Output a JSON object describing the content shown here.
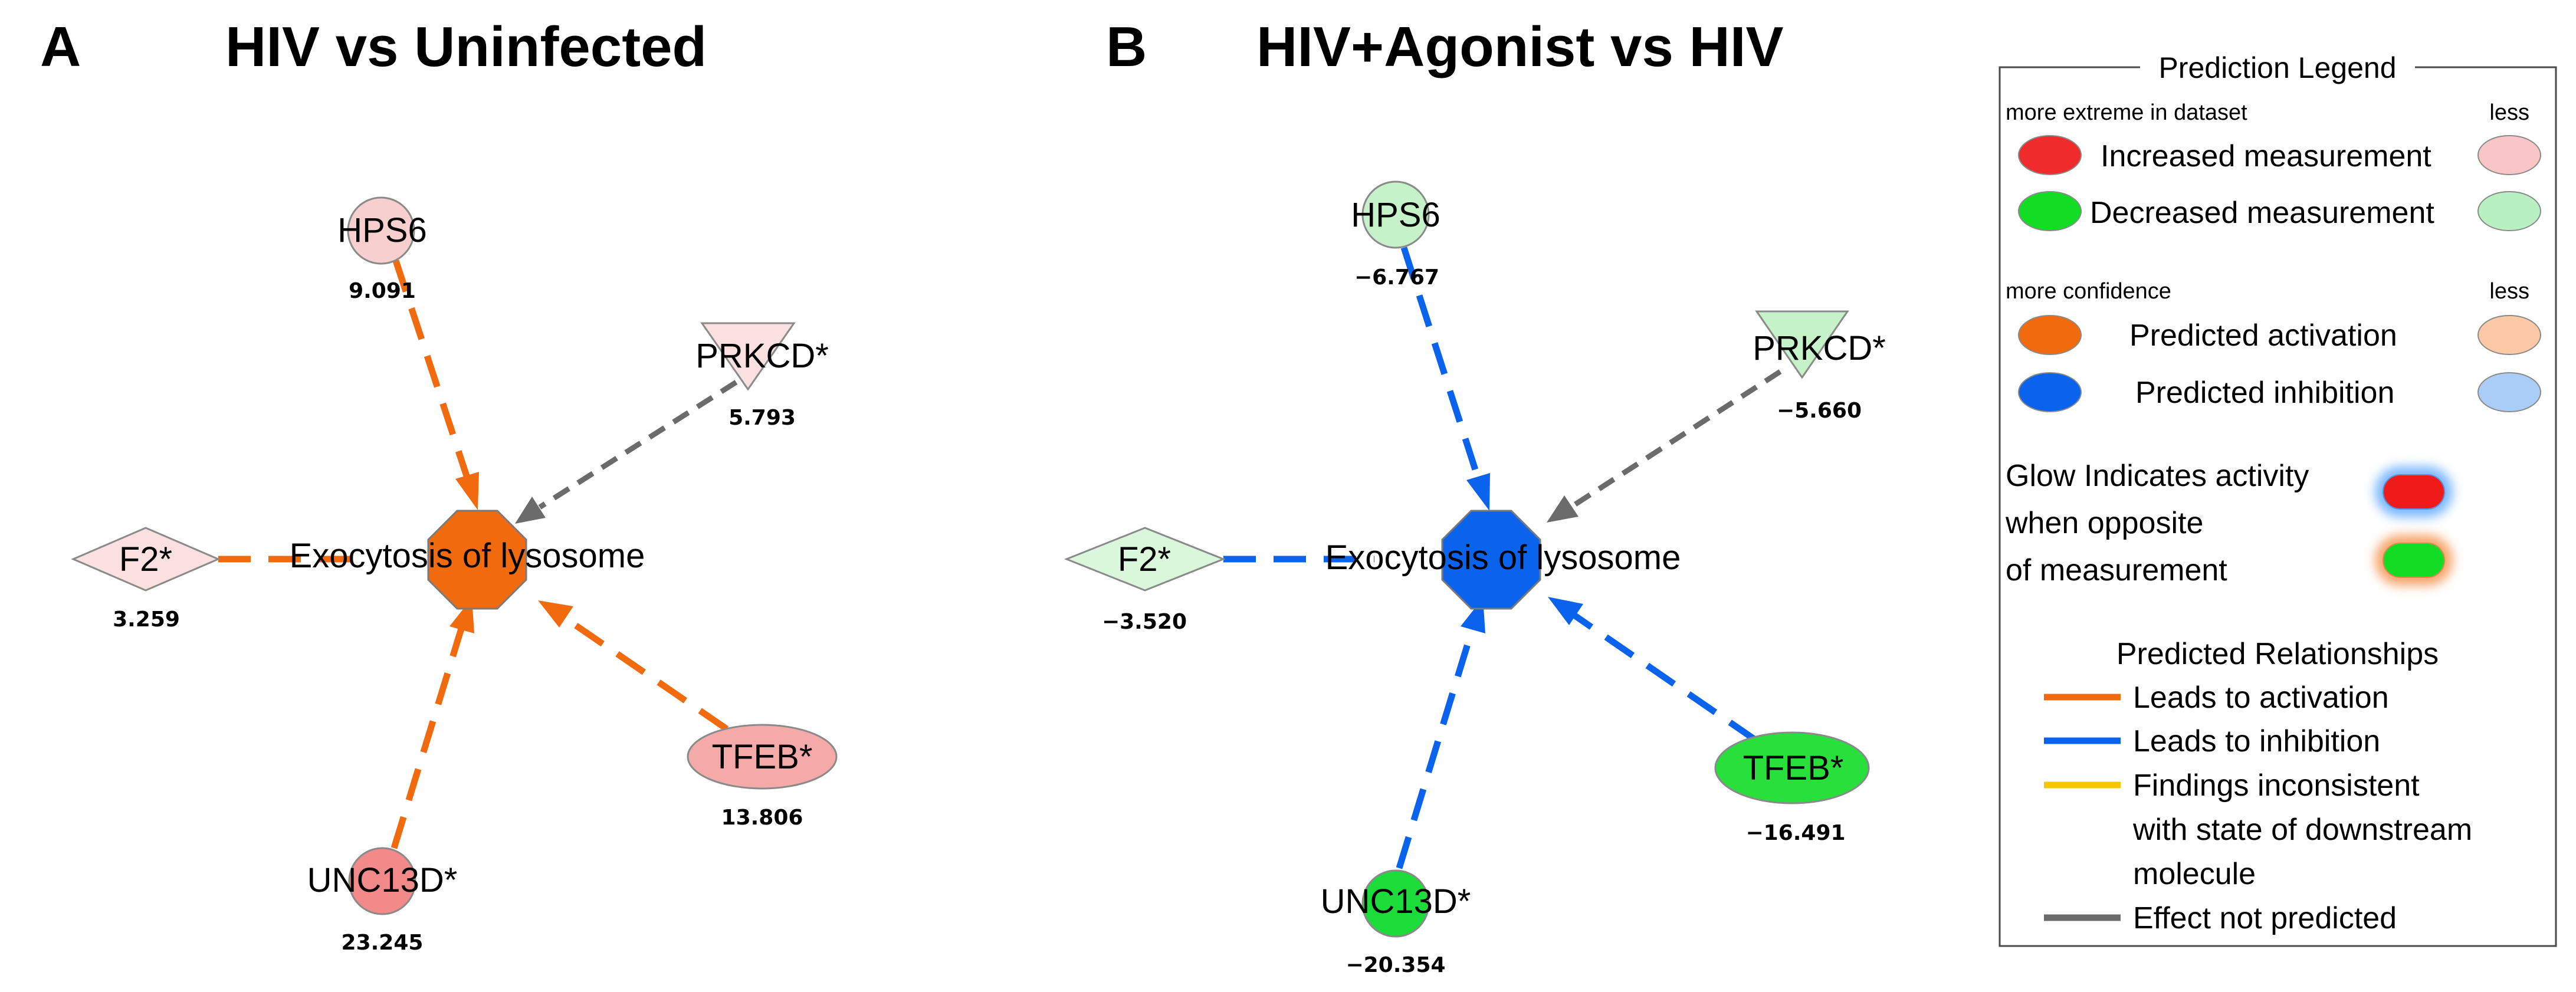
{
  "panels": [
    {
      "letter": "A",
      "title": "HIV vs Uninfected",
      "center": {
        "label": "Exocytosis of lysosome",
        "color": "#f26a0e"
      },
      "nodes": [
        {
          "label": "HPS6",
          "value": "9.091",
          "shape": "circle",
          "fill": "#f8cfcf",
          "edge": "activation"
        },
        {
          "label": "PRKCD*",
          "value": "5.793",
          "shape": "triangle-down",
          "fill": "#fbe0e0",
          "edge": "not-predicted"
        },
        {
          "label": "F2*",
          "value": "3.259",
          "shape": "diamond",
          "fill": "#fbe0e0",
          "edge": "activation"
        },
        {
          "label": "TFEB*",
          "value": "13.806",
          "shape": "ellipse",
          "fill": "#f5aaaa",
          "edge": "activation"
        },
        {
          "label": "UNC13D*",
          "value": "23.245",
          "shape": "circle",
          "fill": "#f38a8a",
          "edge": "activation"
        }
      ]
    },
    {
      "letter": "B",
      "title": "HIV+Agonist vs HIV",
      "center": {
        "label": "Exocytosis of lysosome",
        "color": "#0a63ec"
      },
      "nodes": [
        {
          "label": "HPS6",
          "value": "−6.767",
          "shape": "circle",
          "fill": "#c5f2c8",
          "edge": "inhibition"
        },
        {
          "label": "PRKCD*",
          "value": "−5.660",
          "shape": "triangle-down",
          "fill": "#c5f2c8",
          "edge": "not-predicted"
        },
        {
          "label": "F2*",
          "value": "−3.520",
          "shape": "diamond",
          "fill": "#daf7dc",
          "edge": "inhibition"
        },
        {
          "label": "TFEB*",
          "value": "−16.491",
          "shape": "ellipse",
          "fill": "#28df3c",
          "edge": "inhibition"
        },
        {
          "label": "UNC13D*",
          "value": "−20.354",
          "shape": "circle",
          "fill": "#1cdc3a",
          "edge": "inhibition"
        }
      ]
    }
  ],
  "legend": {
    "title": "Prediction Legend",
    "header_left_1": "more extreme in dataset",
    "header_right_1": "less",
    "increased": "Increased measurement",
    "decreased": "Decreased measurement",
    "header_left_2": "more confidence",
    "header_right_2": "less",
    "activation": "Predicted activation",
    "inhibition": "Predicted inhibition",
    "glow_line1": "Glow Indicates activity",
    "glow_line2": "when opposite",
    "glow_line3": "of measurement",
    "relationships_title": "Predicted Relationships",
    "rel_activation": "Leads to activation",
    "rel_inhibition": "Leads to inhibition",
    "rel_inconsistent_1": "Findings inconsistent",
    "rel_inconsistent_2": "with state of downstream",
    "rel_inconsistent_3": "molecule",
    "rel_not_predicted": "Effect not predicted"
  },
  "colors": {
    "increased_strong": "#ef2b2b",
    "increased_weak": "#f8c6c6",
    "decreased_strong": "#12dc23",
    "decreased_weak": "#b9f0c2",
    "activation_strong": "#f26a0e",
    "activation_weak": "#fbc9a6",
    "inhibition_strong": "#0a63ec",
    "inhibition_weak": "#a9cdf6",
    "edge_activation": "#f26a0e",
    "edge_inhibition": "#0a63ec",
    "edge_inconsistent": "#f7c600",
    "edge_not_predicted": "#6b6b6b"
  }
}
